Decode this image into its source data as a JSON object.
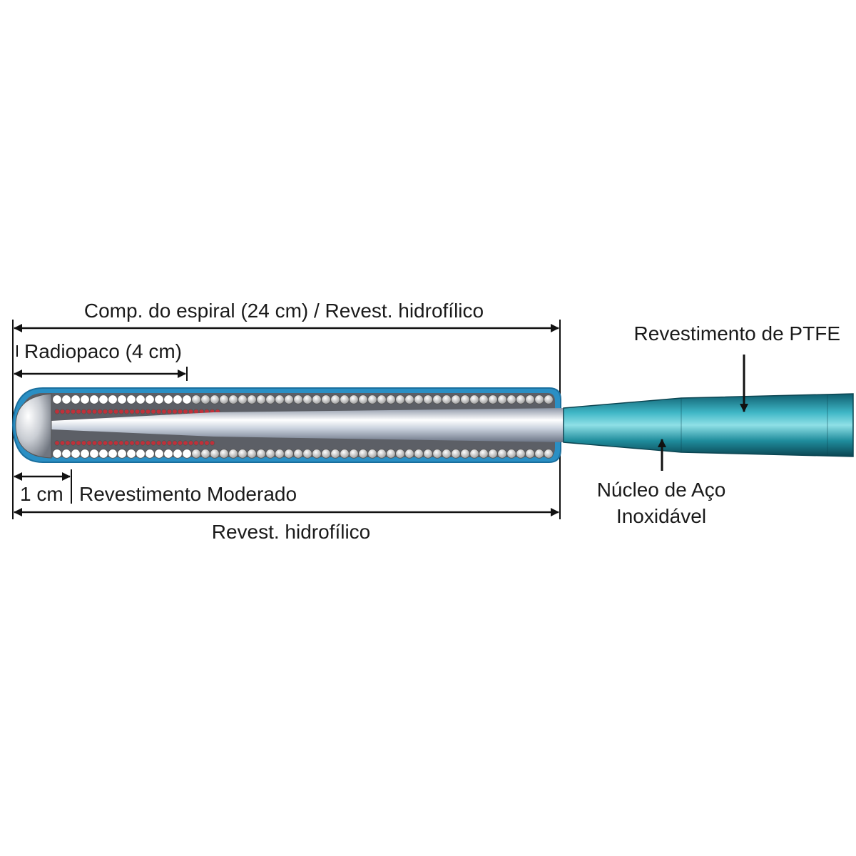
{
  "diagram": {
    "labels": {
      "coil_length": "Comp. do espiral (24 cm) / Revest. hidrofílico",
      "radiopaque": "Radiopaco (4 cm)",
      "one_cm": "1 cm",
      "moderate_coating": "Revestimento Moderado",
      "hydrophilic_coating": "Revest. hidrofílico",
      "ptfe_coating": "Revestimento de PTFE",
      "core_line1": "Núcleo de Aço",
      "core_line2": "Inoxidável"
    },
    "colors": {
      "hydrophilic_coating": "#2a8fc4",
      "radiopaque_coil": "#c0303a",
      "coil_white": "#ffffff",
      "coil_grey": "#c9c9c9",
      "core_steel": "#d8dde6",
      "ptfe_teal": "#1b8a9a"
    }
  }
}
